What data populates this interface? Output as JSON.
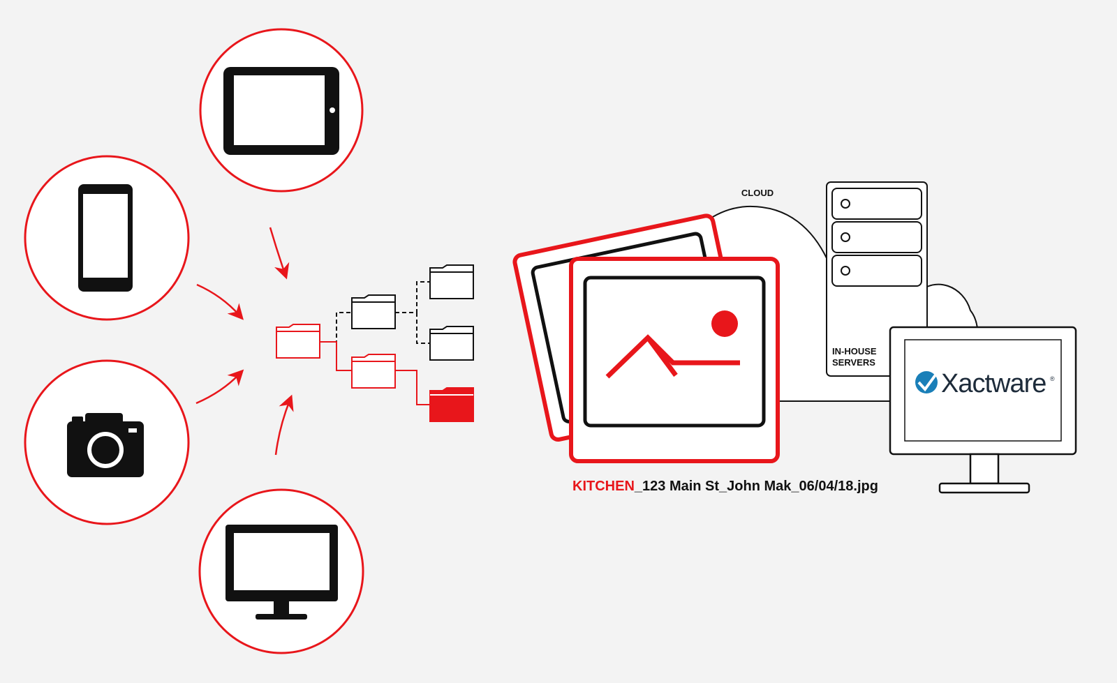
{
  "colors": {
    "accent": "#e8161b",
    "ink": "#111111",
    "background": "#f3f3f3",
    "logo_blue": "#1a7fb8"
  },
  "sources": [
    {
      "icon": "tablet-icon"
    },
    {
      "icon": "smartphone-icon"
    },
    {
      "icon": "camera-icon"
    },
    {
      "icon": "desktop-monitor-icon"
    }
  ],
  "folder_tree": {
    "root": "folder-icon",
    "highlighted": "folder-filled-icon"
  },
  "storage": {
    "cloud_label": "CLOUD",
    "server_label_line1": "IN-HOUSE",
    "server_label_line2": "SERVERS"
  },
  "monitor": {
    "logo_text": "Xactware",
    "logo_mark": "®"
  },
  "file": {
    "category": "KITCHEN",
    "rest": "_123 Main St_John Mak_06/04/18.jpg"
  }
}
